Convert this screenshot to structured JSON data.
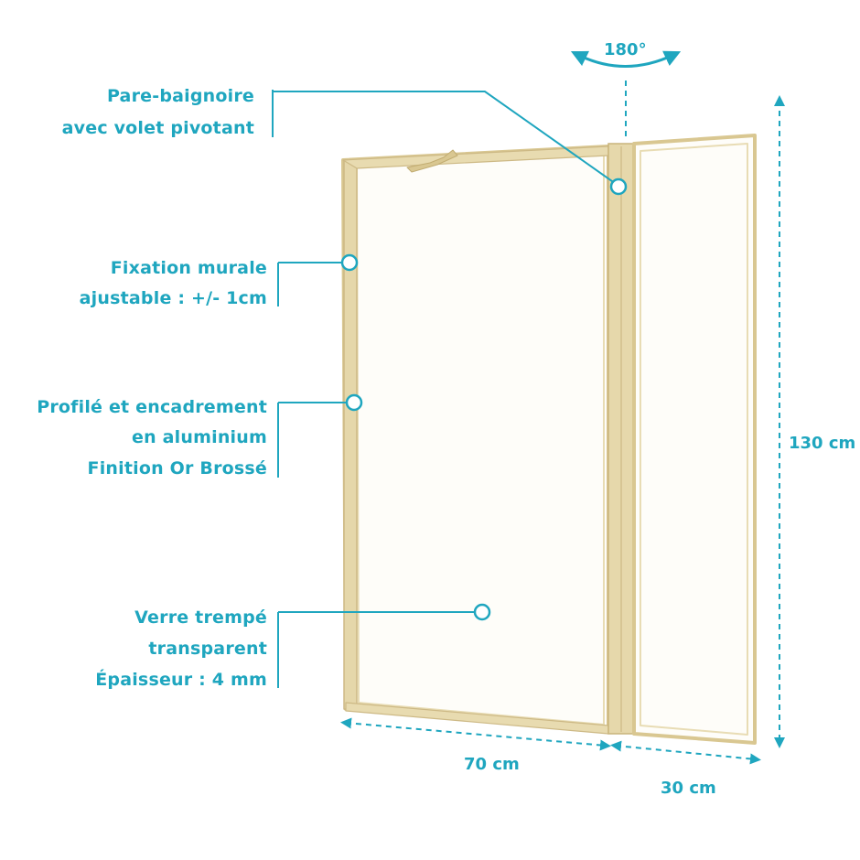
{
  "colors": {
    "accent": "#1fa6bf",
    "frame": "#e2d3a2",
    "frame_dark": "#c9b47b"
  },
  "callouts": {
    "pivot": {
      "lines": [
        "Pare-baignoire",
        "avec volet pivotant"
      ]
    },
    "wall": {
      "lines": [
        "Fixation murale",
        "ajustable : +/- 1cm"
      ]
    },
    "profile": {
      "lines": [
        "Profilé et encadrement",
        "en aluminium",
        "Finition Or Brossé"
      ]
    },
    "glass": {
      "lines": [
        "Verre trempé",
        "transparent",
        "Épaisseur : 4 mm"
      ]
    }
  },
  "dimensions": {
    "rotation": "180°",
    "height": "130 cm",
    "width_main": "70 cm",
    "width_flap": "30 cm"
  },
  "icons": {
    "rotation": "curved-double-arrow-icon",
    "marker": "circle-marker-icon"
  }
}
